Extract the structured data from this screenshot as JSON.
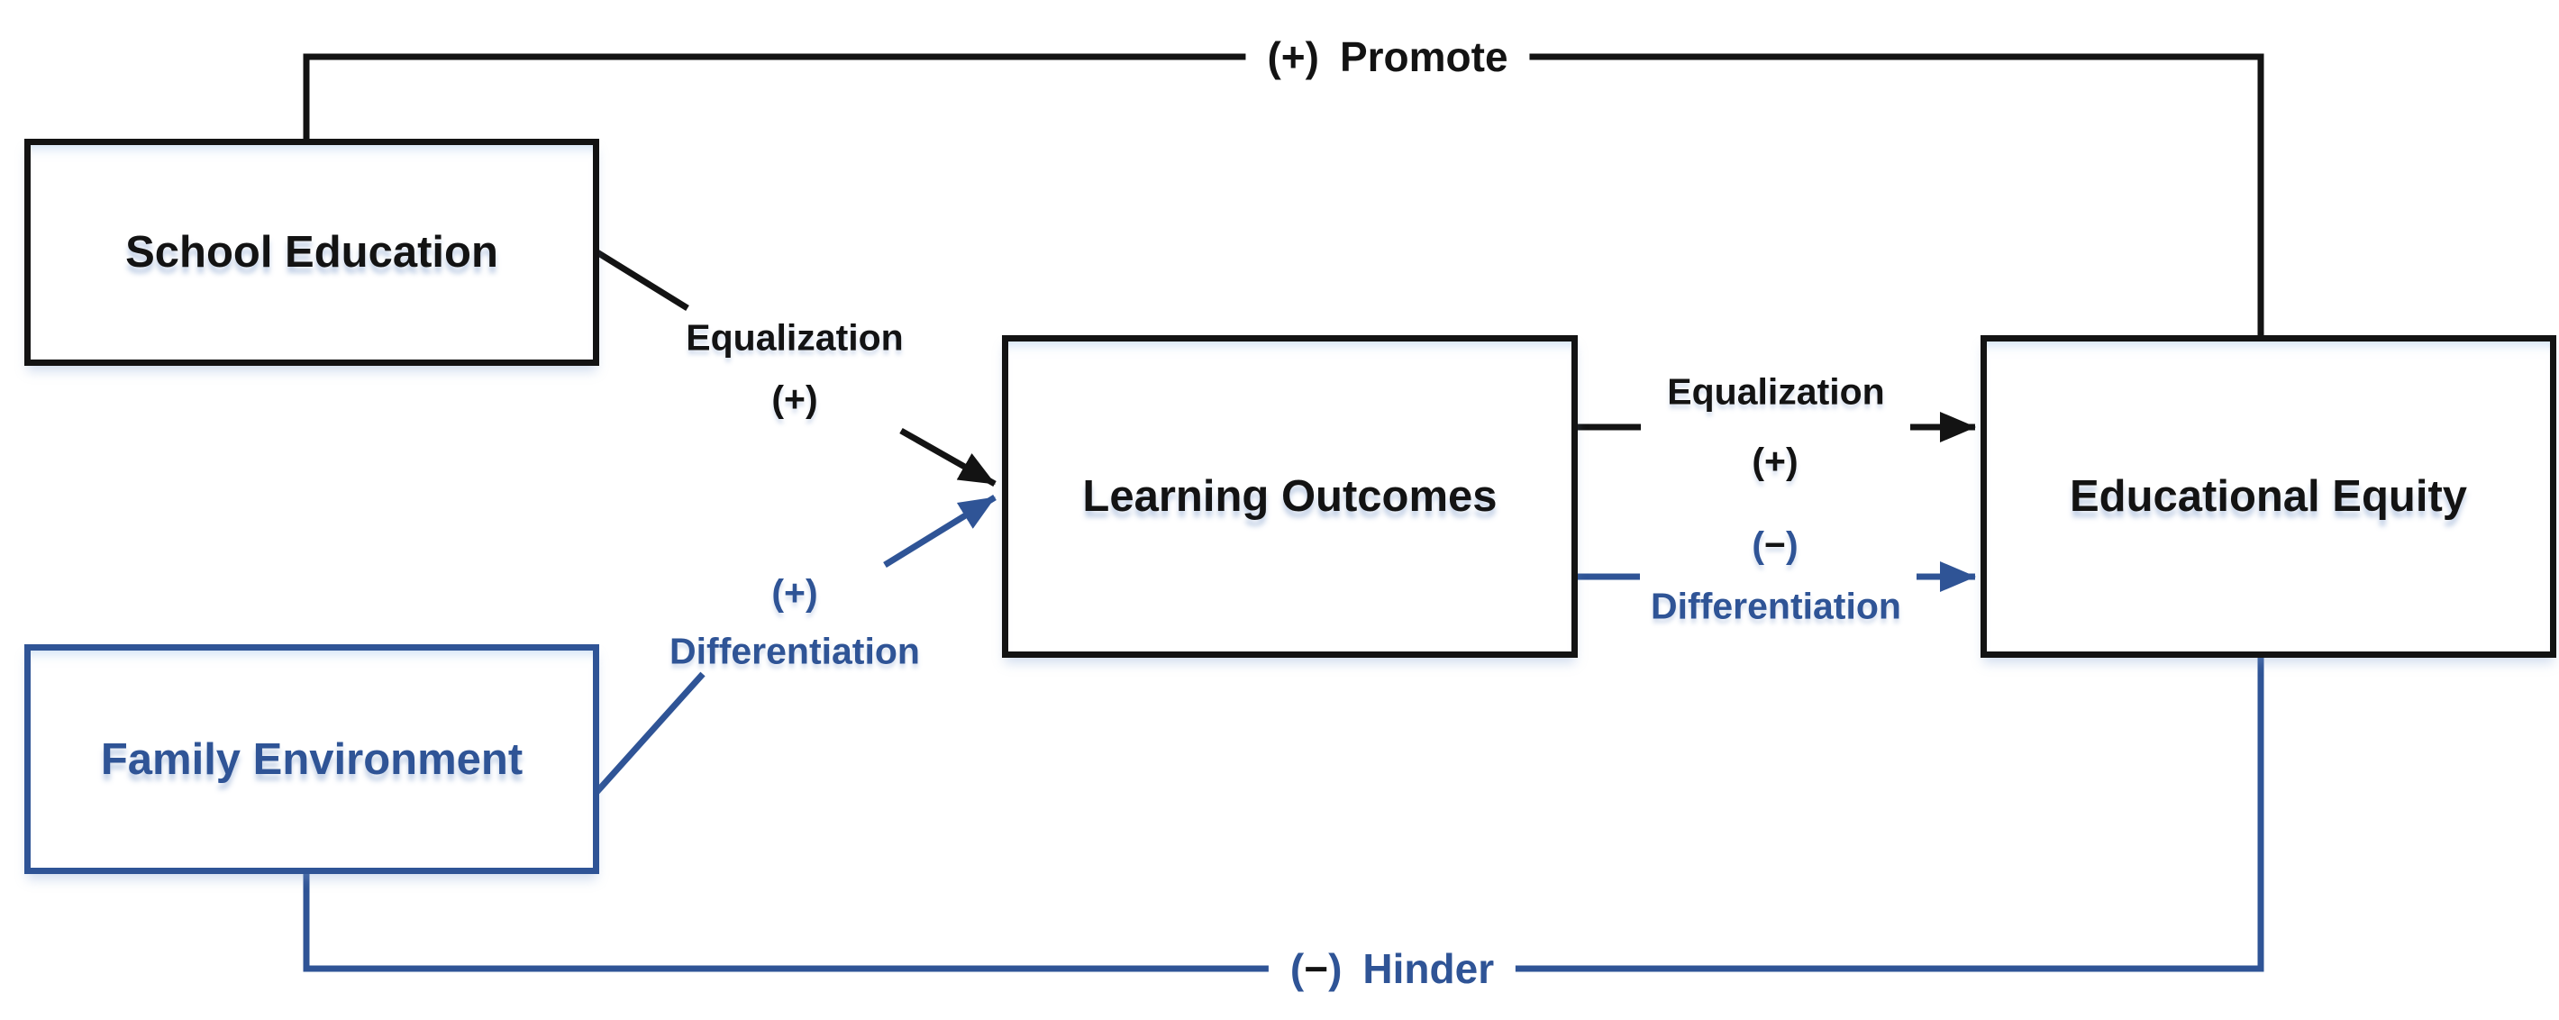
{
  "colors": {
    "background": "#ffffff",
    "black": "#131313",
    "blue": "#2F5496"
  },
  "nodes": {
    "school": {
      "label": "School Education"
    },
    "family": {
      "label": "Family Environment"
    },
    "learning": {
      "label": "Learning Outcomes"
    },
    "equity": {
      "label": "Educational Equity"
    }
  },
  "edges": {
    "promote": {
      "sign": "(+)",
      "label": "Promote",
      "color": "#131313"
    },
    "hinder": {
      "paren_open": "(",
      "minus": "−",
      "paren_close": ")",
      "label": "Hinder",
      "color": "#2F5496",
      "minus_color": "#131313"
    },
    "school_to_learning": {
      "label": "Equalization",
      "sign": "(+)",
      "color": "#131313"
    },
    "family_to_learning": {
      "sign": "(+)",
      "label": "Differentiation",
      "color": "#2F5496"
    },
    "learning_to_equity_equalization": {
      "label": "Equalization",
      "sign": "(+)",
      "color": "#131313"
    },
    "learning_to_equity_differentiation": {
      "paren_open": "(",
      "minus": "−",
      "paren_close": ")",
      "label": "Differentiation",
      "color": "#2F5496",
      "minus_color": "#131313"
    }
  }
}
